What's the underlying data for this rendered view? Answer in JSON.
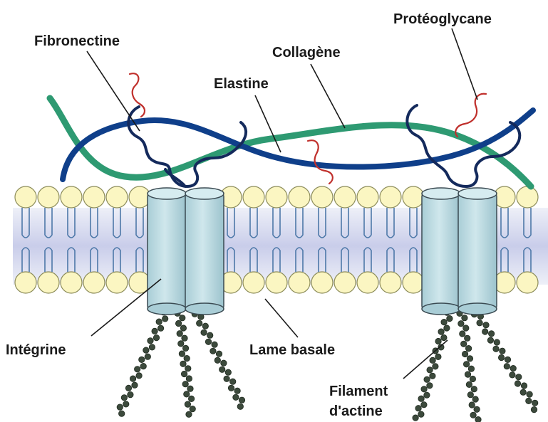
{
  "labels": {
    "fibronectine": "Fibronectine",
    "collagene": "Collagène",
    "elastine": "Elastine",
    "proteoglycane": "Protéoglycane",
    "integrine": "Intégrine",
    "lame_basale": "Lame basale",
    "filament_line1": "Filament",
    "filament_line2": "d'actine"
  },
  "colors": {
    "collagen": "#2e9a72",
    "elastin": "#0f3f8a",
    "fibronectin": "#142a5c",
    "proteoglycan": "#c0302c",
    "lipid_head": "#fbf6c2",
    "lipid_head_stroke": "#8c8c5a",
    "membrane_band": "#d9dcef",
    "integrin": "#bfdde4",
    "actin": "#3c4a3c"
  }
}
